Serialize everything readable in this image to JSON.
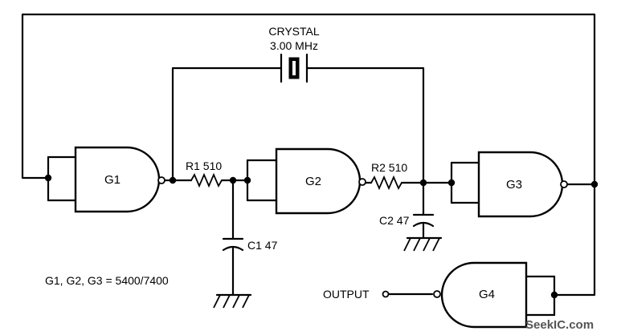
{
  "crystal": {
    "title": "CRYSTAL",
    "frequency": "3.00 MHz"
  },
  "gates": {
    "g1": "G1",
    "g2": "G2",
    "g3": "G3",
    "g4": "G4"
  },
  "resistors": {
    "r1": "R1 510",
    "r2": "R2 510"
  },
  "capacitors": {
    "c1": "C1 47",
    "c2": "C2 47"
  },
  "note": "G1, G2, G3 = 5400/7400",
  "output_label": "OUTPUT",
  "watermark": "SeekIC.com"
}
